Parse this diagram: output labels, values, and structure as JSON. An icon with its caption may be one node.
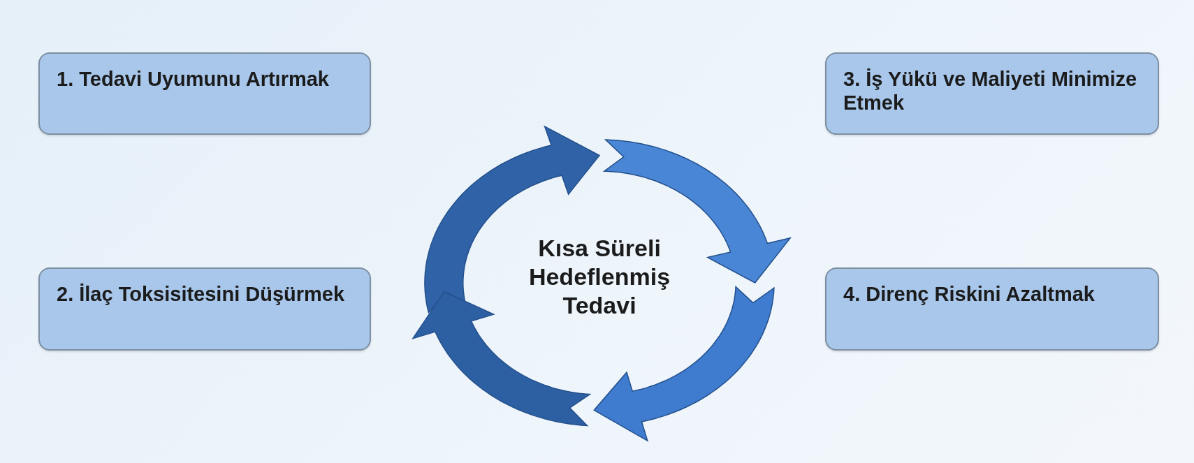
{
  "diagram": {
    "nodes": [
      {
        "text": [
          "1. Tedavi Uyumunu Artırmak"
        ]
      },
      {
        "text": [
          "2. İlaç Toksisitesini Düşürmek"
        ]
      },
      {
        "text": [
          "3. İş Yükü ve Maliyeti Minimize Etmek"
        ]
      },
      {
        "text": [
          "4. Direnç Riskini Azaltmak"
        ]
      },
      {
        "text": [
          "Kısa Süreli Hedeflenmiş Tedavi"
        ]
      }
    ]
  }
}
